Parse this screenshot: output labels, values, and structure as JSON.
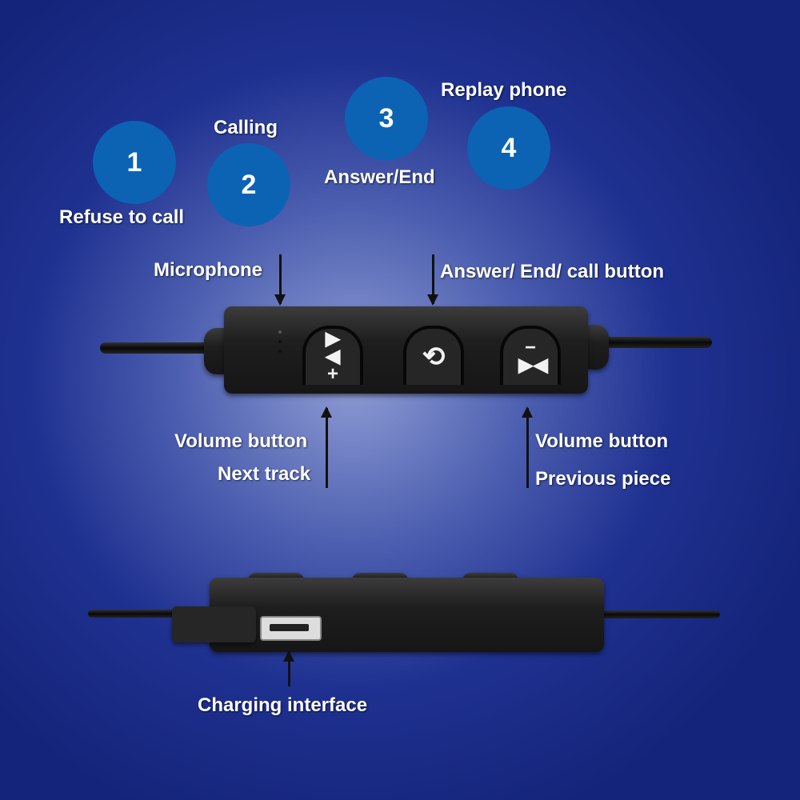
{
  "steps": [
    {
      "number": "1",
      "label": "Refuse to call"
    },
    {
      "number": "2",
      "label": "Calling"
    },
    {
      "number": "3",
      "label": "Answer/End"
    },
    {
      "number": "4",
      "label": "Replay phone"
    }
  ],
  "callouts": {
    "microphone": "Microphone",
    "answer_button": "Answer/ End/ call button",
    "volume_left": "Volume button",
    "next_track": "Next track",
    "volume_right": "Volume button",
    "previous_piece": "Previous piece",
    "charging": "Charging interface"
  },
  "buttons": {
    "plus_icon": "▶◀ +",
    "call_icon": "⟲",
    "minus_icon": "− ▶◀"
  },
  "colors": {
    "circle": "#0c63b3",
    "background": "#1f3190"
  }
}
